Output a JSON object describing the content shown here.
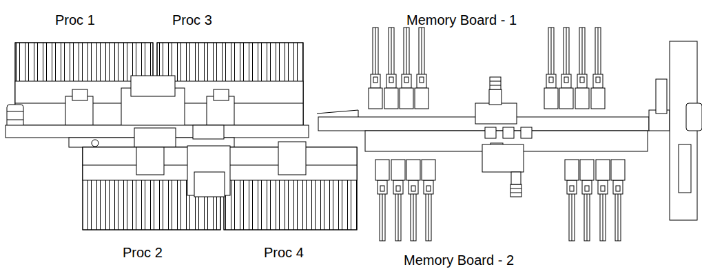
{
  "diagram": {
    "labels": [
      "Proc 1",
      "Proc 3",
      "Memory Board - 1",
      "Proc 2",
      "Proc 4",
      "Memory Board - 2"
    ]
  }
}
